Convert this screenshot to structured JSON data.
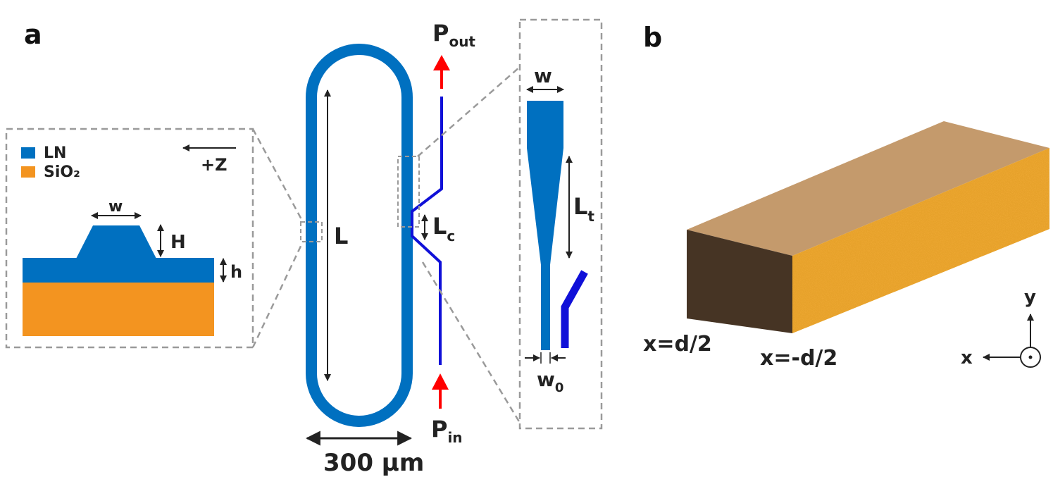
{
  "panels": {
    "a": "a",
    "b": "b"
  },
  "legend": [
    {
      "label": "LN",
      "color": "#0070C0"
    },
    {
      "label": "SiO₂",
      "color": "#F39420"
    }
  ],
  "cross_section": {
    "direction": "+Z",
    "width": "w",
    "rib_height": "H",
    "slab_height": "h"
  },
  "resonator": {
    "length": "L",
    "coupling_length": "L",
    "coupling_sub": "c",
    "scale": "300 µm",
    "p_out": "P",
    "p_out_sub": "out",
    "p_in": "P",
    "p_in_sub": "in",
    "arrow_color": "#FF0000",
    "bus_color": "#1010D8"
  },
  "taper": {
    "width": "w",
    "taper_length": "L",
    "taper_sub": "t",
    "tip_width": "w",
    "tip_sub": "0"
  },
  "panel_b": {
    "left_face": "x=d/2",
    "right_face": "x=-d/2",
    "axis_y": "y",
    "axis_x": "x",
    "top_color": "#C49A6C",
    "end_color": "#463424",
    "side_color": "#E6A12A"
  }
}
